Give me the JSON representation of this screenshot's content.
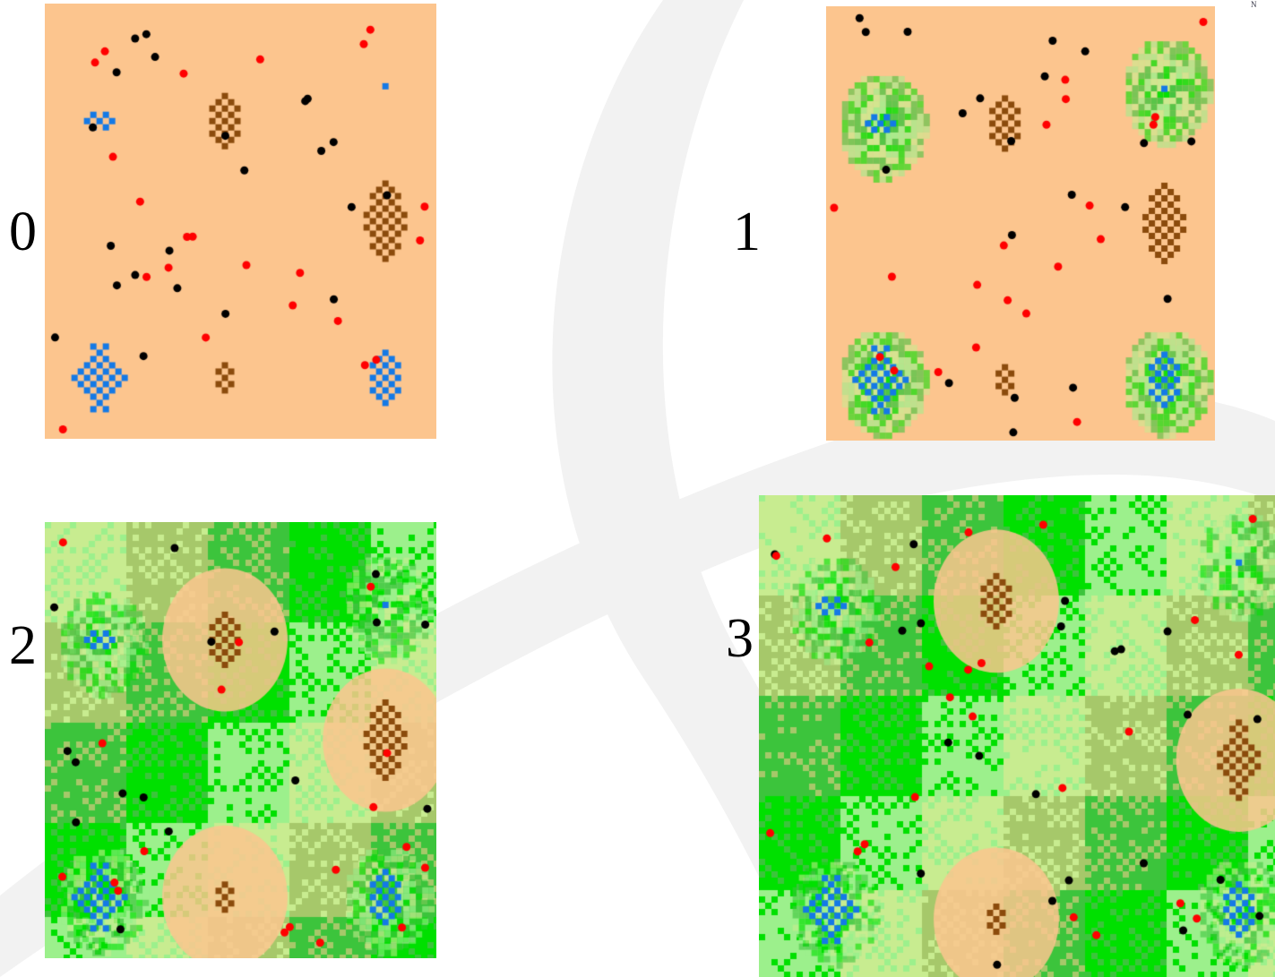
{
  "corner_mark": "N",
  "colors": {
    "sand": "#fcc58e",
    "water": "#1479e6",
    "earth": "#8b4b0c",
    "agent_black": "#000000",
    "agent_red": "#ff0000",
    "grass_bright": "#00e000",
    "grass_mid": "#3cc43c",
    "grass_light": "#9cf08c",
    "grass_pale": "#c8ec90",
    "grass_olive": "#a6c86a"
  },
  "panels": [
    {
      "label": "0",
      "stage": 0
    },
    {
      "label": "1",
      "stage": 1
    },
    {
      "label": "2",
      "stage": 2
    },
    {
      "label": "3",
      "stage": 3
    }
  ]
}
